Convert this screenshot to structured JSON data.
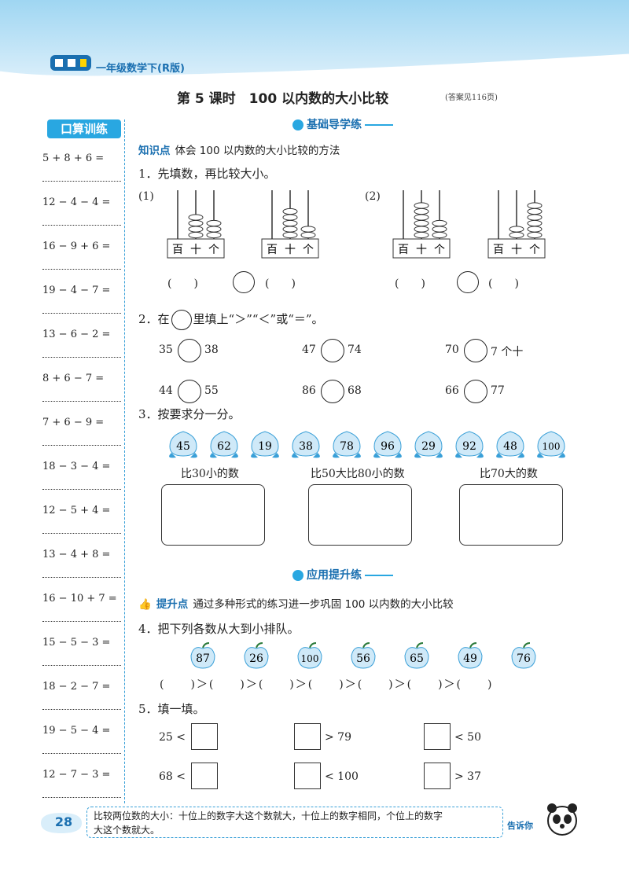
{
  "header": {
    "book_label": "一年级数学下(R版)",
    "lesson_title": "第 5 课时　100 以内数的大小比较",
    "answer_ref": "(答案见116页)"
  },
  "oral": {
    "title": "口算训练",
    "items": [
      "5 + 8 + 6 =",
      "12 − 4 − 4 =",
      "16 − 9 + 6 =",
      "19 − 4 − 7 =",
      "13 − 6 − 2 =",
      "8 + 6 − 7 =",
      "7 + 6 − 9 =",
      "18 − 3 − 4 =",
      "12 − 5 + 4 =",
      "13 − 4 + 8 =",
      "16 − 10 + 7 =",
      "15 − 5 − 3 =",
      "18 − 2 − 7 =",
      "19 − 5 − 4 =",
      "12 − 7 − 3 ="
    ]
  },
  "basic": {
    "ribbon": "基础导学练",
    "kp_tag": "知识点",
    "kp_text": "体会 100 以内数的大小比较的方法",
    "q1": "1．先填数，再比较大小。",
    "q1_label1": "(1)",
    "q1_label2": "(2)",
    "place_names": [
      "百",
      "十",
      "个"
    ],
    "abacus_beads": [
      [
        0,
        4,
        3
      ],
      [
        0,
        5,
        2
      ],
      [
        0,
        6,
        3
      ],
      [
        0,
        2,
        6
      ]
    ],
    "paren_text": "(　　)",
    "q2_prefix": "2．在",
    "q2_suffix": "里填上“＞”“＜”或“＝”。",
    "compare_left": [
      "35",
      "47",
      "70",
      "44",
      "86",
      "66"
    ],
    "compare_right": [
      "38",
      "74",
      "7 个十",
      "55",
      "68",
      "77"
    ],
    "q3": "3．按要求分一分。",
    "peaches": [
      "45",
      "62",
      "19",
      "38",
      "78",
      "96",
      "29",
      "92",
      "48",
      "100"
    ],
    "groups": [
      "比30小的数",
      "比50大比80小的数",
      "比70大的数"
    ]
  },
  "apply": {
    "ribbon": "应用提升练",
    "kp_tag": "提升点",
    "kp_text": "通过多种形式的练习进一步巩固 100 以内数的大小比较",
    "q4": "4．把下列各数从大到小排队。",
    "apples": [
      "87",
      "26",
      "100",
      "56",
      "65",
      "49",
      "76"
    ],
    "order_line": "(　　)＞(　　)＞(　　)＞(　　)＞(　　)＞(　　)＞(　　)",
    "q5": "5．填一填。",
    "fill": [
      {
        "pre": "25 <",
        "post": ""
      },
      {
        "pre": "",
        "post": "> 79"
      },
      {
        "pre": "",
        "post": "< 50"
      },
      {
        "pre": "68 <",
        "post": ""
      },
      {
        "pre": "",
        "post": "< 100"
      },
      {
        "pre": "",
        "post": "> 37"
      }
    ]
  },
  "footer": {
    "page": "28",
    "tip_line1": "比较两位数的大小：十位上的数字大这个数就大，十位上的数字相同，个位上的数字",
    "tip_line2": "大这个数就大。",
    "tell": "告诉你"
  },
  "colors": {
    "accent": "#29a7e1",
    "accent_dark": "#1a6fb0",
    "peach": "#cfe9f8",
    "apple": "#cfe9f8"
  }
}
